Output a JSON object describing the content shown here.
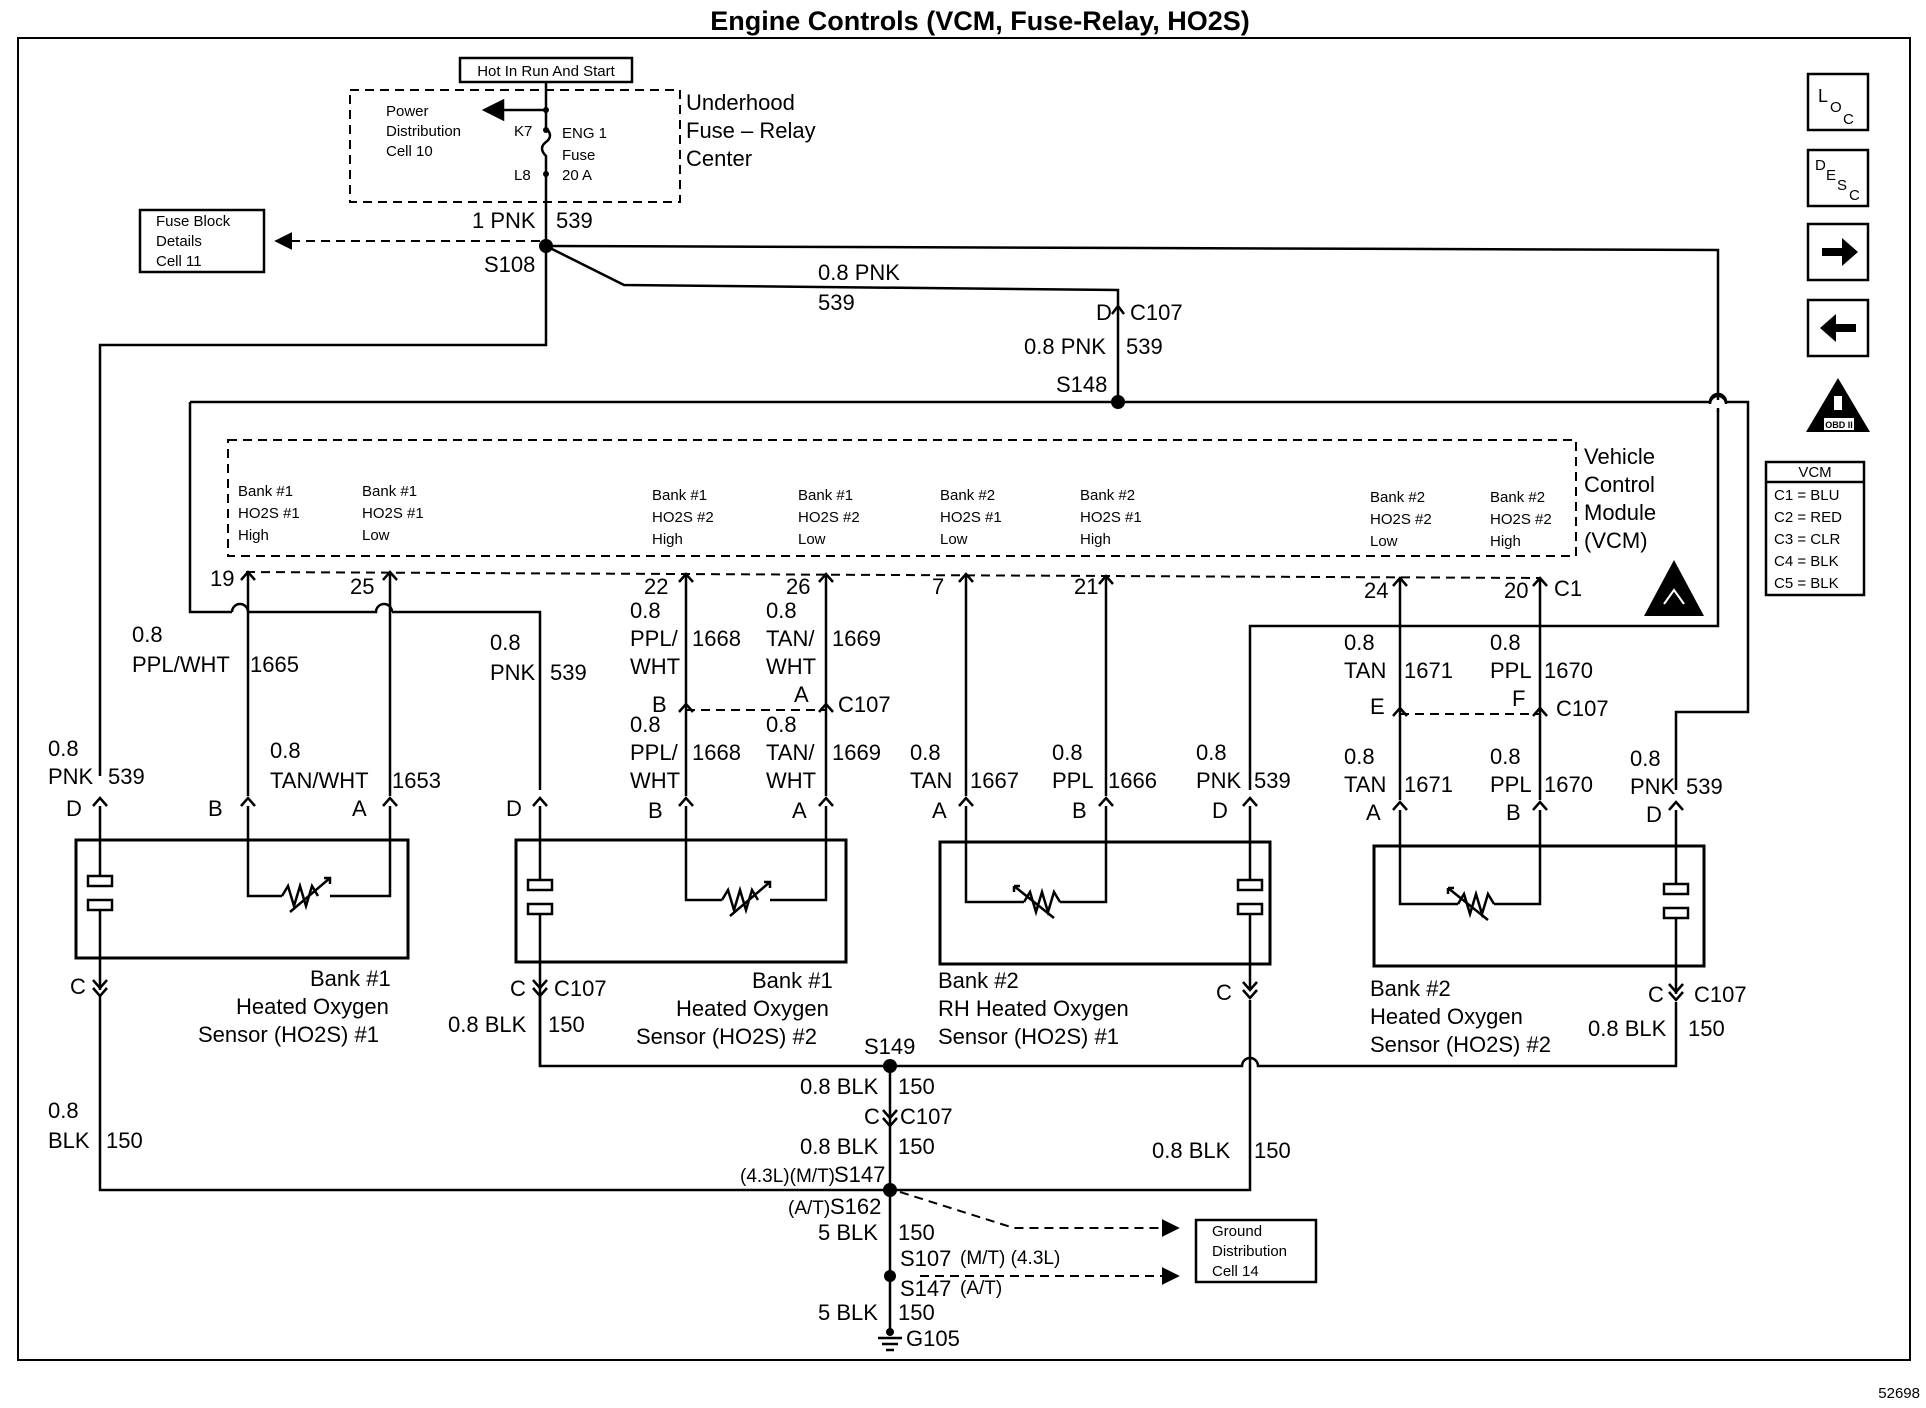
{
  "title": "Engine Controls (VCM, Fuse-Relay, HO2S)",
  "figure_number": "52698",
  "nav_icons": [
    {
      "name": "loc-icon",
      "text": "LOC"
    },
    {
      "name": "desc-icon",
      "text": "DESC"
    },
    {
      "name": "next-arrow-icon",
      "text": "→"
    },
    {
      "name": "back-arrow-icon",
      "text": "←"
    },
    {
      "name": "obd-ii-icon",
      "text": "OBD II"
    }
  ],
  "fuse_center": {
    "header": "Hot In Run And Start",
    "name": [
      "Underhood",
      "Fuse – Relay",
      "Center"
    ],
    "power_distribution": [
      "Power",
      "Distribution",
      "Cell 10"
    ],
    "fuse": [
      "ENG 1",
      "Fuse",
      "20 A"
    ],
    "terminal_top": "K7",
    "terminal_bottom": "L8"
  },
  "fuse_block": [
    "Fuse Block",
    "Details",
    "Cell 11"
  ],
  "ground_distribution": [
    "Ground",
    "Distribution",
    "Cell 14"
  ],
  "vcm": {
    "name": [
      "Vehicle",
      "Control",
      "Module",
      "(VCM)"
    ],
    "connector_label": "C1",
    "legend_title": "VCM",
    "legend": [
      "C1 = BLU",
      "C2 = RED",
      "C3 = CLR",
      "C4 = BLK",
      "C5 = BLK"
    ],
    "pins": [
      {
        "pin": "19",
        "label": [
          "Bank #1",
          "HO2S #1",
          "High"
        ]
      },
      {
        "pin": "25",
        "label": [
          "Bank #1",
          "HO2S #1",
          "Low"
        ]
      },
      {
        "pin": "22",
        "label": [
          "Bank #1",
          "HO2S #2",
          "High"
        ]
      },
      {
        "pin": "26",
        "label": [
          "Bank #1",
          "HO2S #2",
          "Low"
        ]
      },
      {
        "pin": "7",
        "label": [
          "Bank #2",
          "HO2S #1",
          "Low"
        ]
      },
      {
        "pin": "21",
        "label": [
          "Bank #2",
          "HO2S #1",
          "High"
        ]
      },
      {
        "pin": "24",
        "label": [
          "Bank #2",
          "HO2S #2",
          "Low"
        ]
      },
      {
        "pin": "20",
        "label": [
          "Bank #2",
          "HO2S #2",
          "High"
        ]
      }
    ]
  },
  "splices": [
    "S108",
    "S148",
    "S149",
    "S147",
    "S162",
    "S107",
    "G105"
  ],
  "splice_notes": {
    "s147_top": "(4.3L)(M/T)",
    "s162": "(A/T)",
    "s107": "(M/T) (4.3L)",
    "s147_bottom": "(A/T)"
  },
  "connectors": {
    "c107": "C107"
  },
  "wires": {
    "main_feed": [
      "1 PNK",
      "539"
    ],
    "feed_s148": [
      "0.8 PNK",
      "539"
    ],
    "s148_feed": [
      "0.8 PNK",
      "539"
    ],
    "vcm_19": [
      "0.8",
      "PPL/WHT",
      "1665"
    ],
    "vcm_25": [
      "0.8",
      "TAN/WHT",
      "1653"
    ],
    "heater_pnk": [
      "0.8",
      "PNK",
      "539"
    ],
    "vcm_22_upper": [
      "0.8",
      "PPL/",
      "WHT",
      "1668"
    ],
    "vcm_26_upper": [
      "0.8",
      "TAN/",
      "WHT",
      "1669"
    ],
    "vcm_7": [
      "0.8",
      "TAN",
      "1667"
    ],
    "vcm_21": [
      "0.8",
      "PPL",
      "1666"
    ],
    "vcm_24": [
      "0.8",
      "TAN",
      "1671"
    ],
    "vcm_20": [
      "0.8",
      "PPL",
      "1670"
    ],
    "ground_blk": [
      "0.8",
      "BLK",
      "150"
    ],
    "ground_blk_short": [
      "0.8 BLK",
      "150"
    ],
    "ground_main": [
      "5 BLK",
      "150"
    ]
  },
  "sensors": [
    {
      "name": [
        "Bank #1",
        "Heated Oxygen",
        "Sensor (HO2S) #1"
      ]
    },
    {
      "name": [
        "Bank #1",
        "Heated Oxygen",
        "Sensor (HO2S) #2"
      ]
    },
    {
      "name": [
        "Bank #2",
        "RH Heated Oxygen",
        "Sensor (HO2S) #1"
      ]
    },
    {
      "name": [
        "Bank #2",
        "Heated Oxygen",
        "Sensor (HO2S) #2"
      ]
    }
  ],
  "terminals": {
    "A": "A",
    "B": "B",
    "C": "C",
    "D": "D",
    "E": "E",
    "F": "F"
  }
}
